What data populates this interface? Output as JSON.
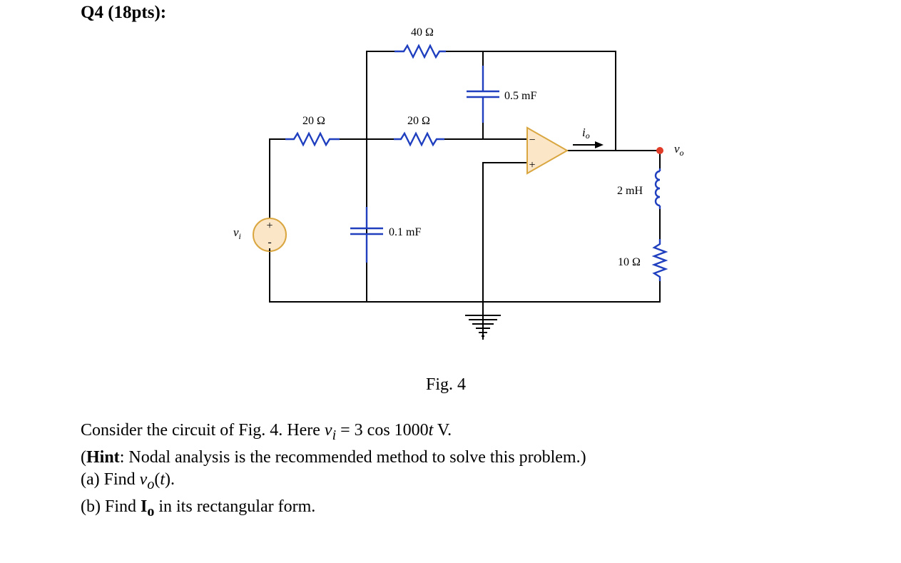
{
  "question": {
    "heading": "Q4 (18pts):"
  },
  "figure": {
    "caption": "Fig. 4",
    "labels": {
      "r_top": "40 Ω",
      "r_left": "20 Ω",
      "r_mid": "20 Ω",
      "c_top": "0.5 mF",
      "c_bottom": "0.1 mF",
      "inductor": "2 mH",
      "r_load": "10 Ω",
      "source": "v",
      "source_sub": "i",
      "output": "v",
      "output_sub": "o",
      "current": "i",
      "current_sub": "o",
      "src_plus": "+",
      "src_minus": "-",
      "op_minus": "−",
      "op_plus": "+"
    }
  },
  "text": {
    "line1_a": "Consider the circuit of Fig. 4. Here ",
    "line1_v": "v",
    "line1_sub": "i",
    "line1_b": " = 3 cos 1000",
    "line1_t": "t",
    "line1_c": " V.",
    "line2_open": "(",
    "line2_hint": "Hint",
    "line2_rest": ": Nodal analysis is the recommended method to solve this problem.)",
    "line3_a": "(a) Find ",
    "line3_v": "v",
    "line3_sub": "o",
    "line3_b": "(",
    "line3_t": "t",
    "line3_c": ").",
    "line4_a": "(b) Find ",
    "line4_I": "I",
    "line4_sub": "o",
    "line4_b": " in its rectangular form."
  }
}
